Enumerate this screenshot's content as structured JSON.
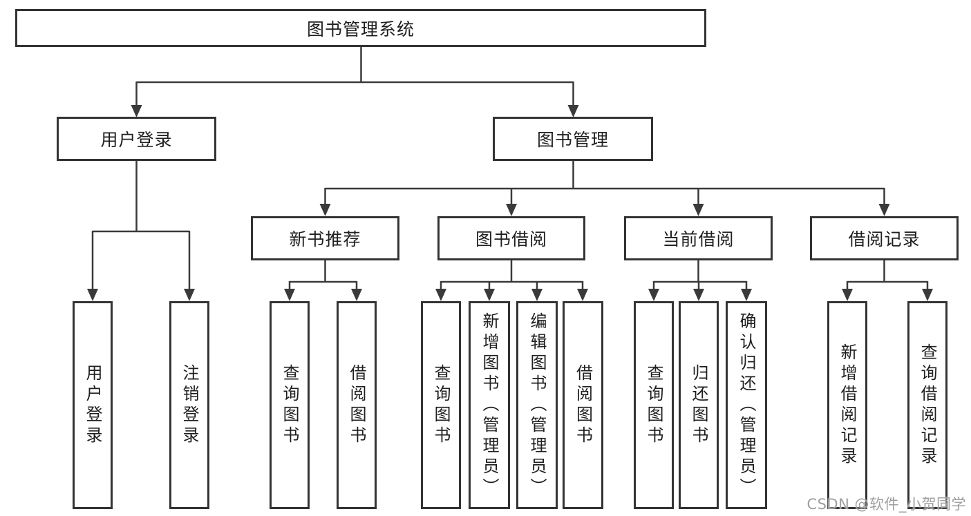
{
  "tree": {
    "root": {
      "label": "图书管理系统"
    },
    "branches": [
      {
        "label": "用户登录",
        "children": [
          "用户登录",
          "注销登录"
        ]
      },
      {
        "label": "图书管理",
        "groups": [
          {
            "label": "新书推荐",
            "children": [
              "查询图书",
              "借阅图书"
            ]
          },
          {
            "label": "图书借阅",
            "children": [
              "查询图书",
              "新增图书（管理员）",
              "编辑图书（管理员）",
              "借阅图书"
            ]
          },
          {
            "label": "当前借阅",
            "children": [
              "查询图书",
              "归还图书",
              "确认归还（管理员）"
            ]
          },
          {
            "label": "借阅记录",
            "children": [
              "新增借阅记录",
              "查询借阅记录"
            ]
          }
        ]
      }
    ]
  },
  "watermark": {
    "text": "CSDN @软件_小贺同学"
  },
  "colors": {
    "line": "#3a3a3a",
    "box_border": "#333333",
    "text": "#1f1f1f",
    "watermark": "#9e9e9e",
    "background": "#ffffff"
  }
}
